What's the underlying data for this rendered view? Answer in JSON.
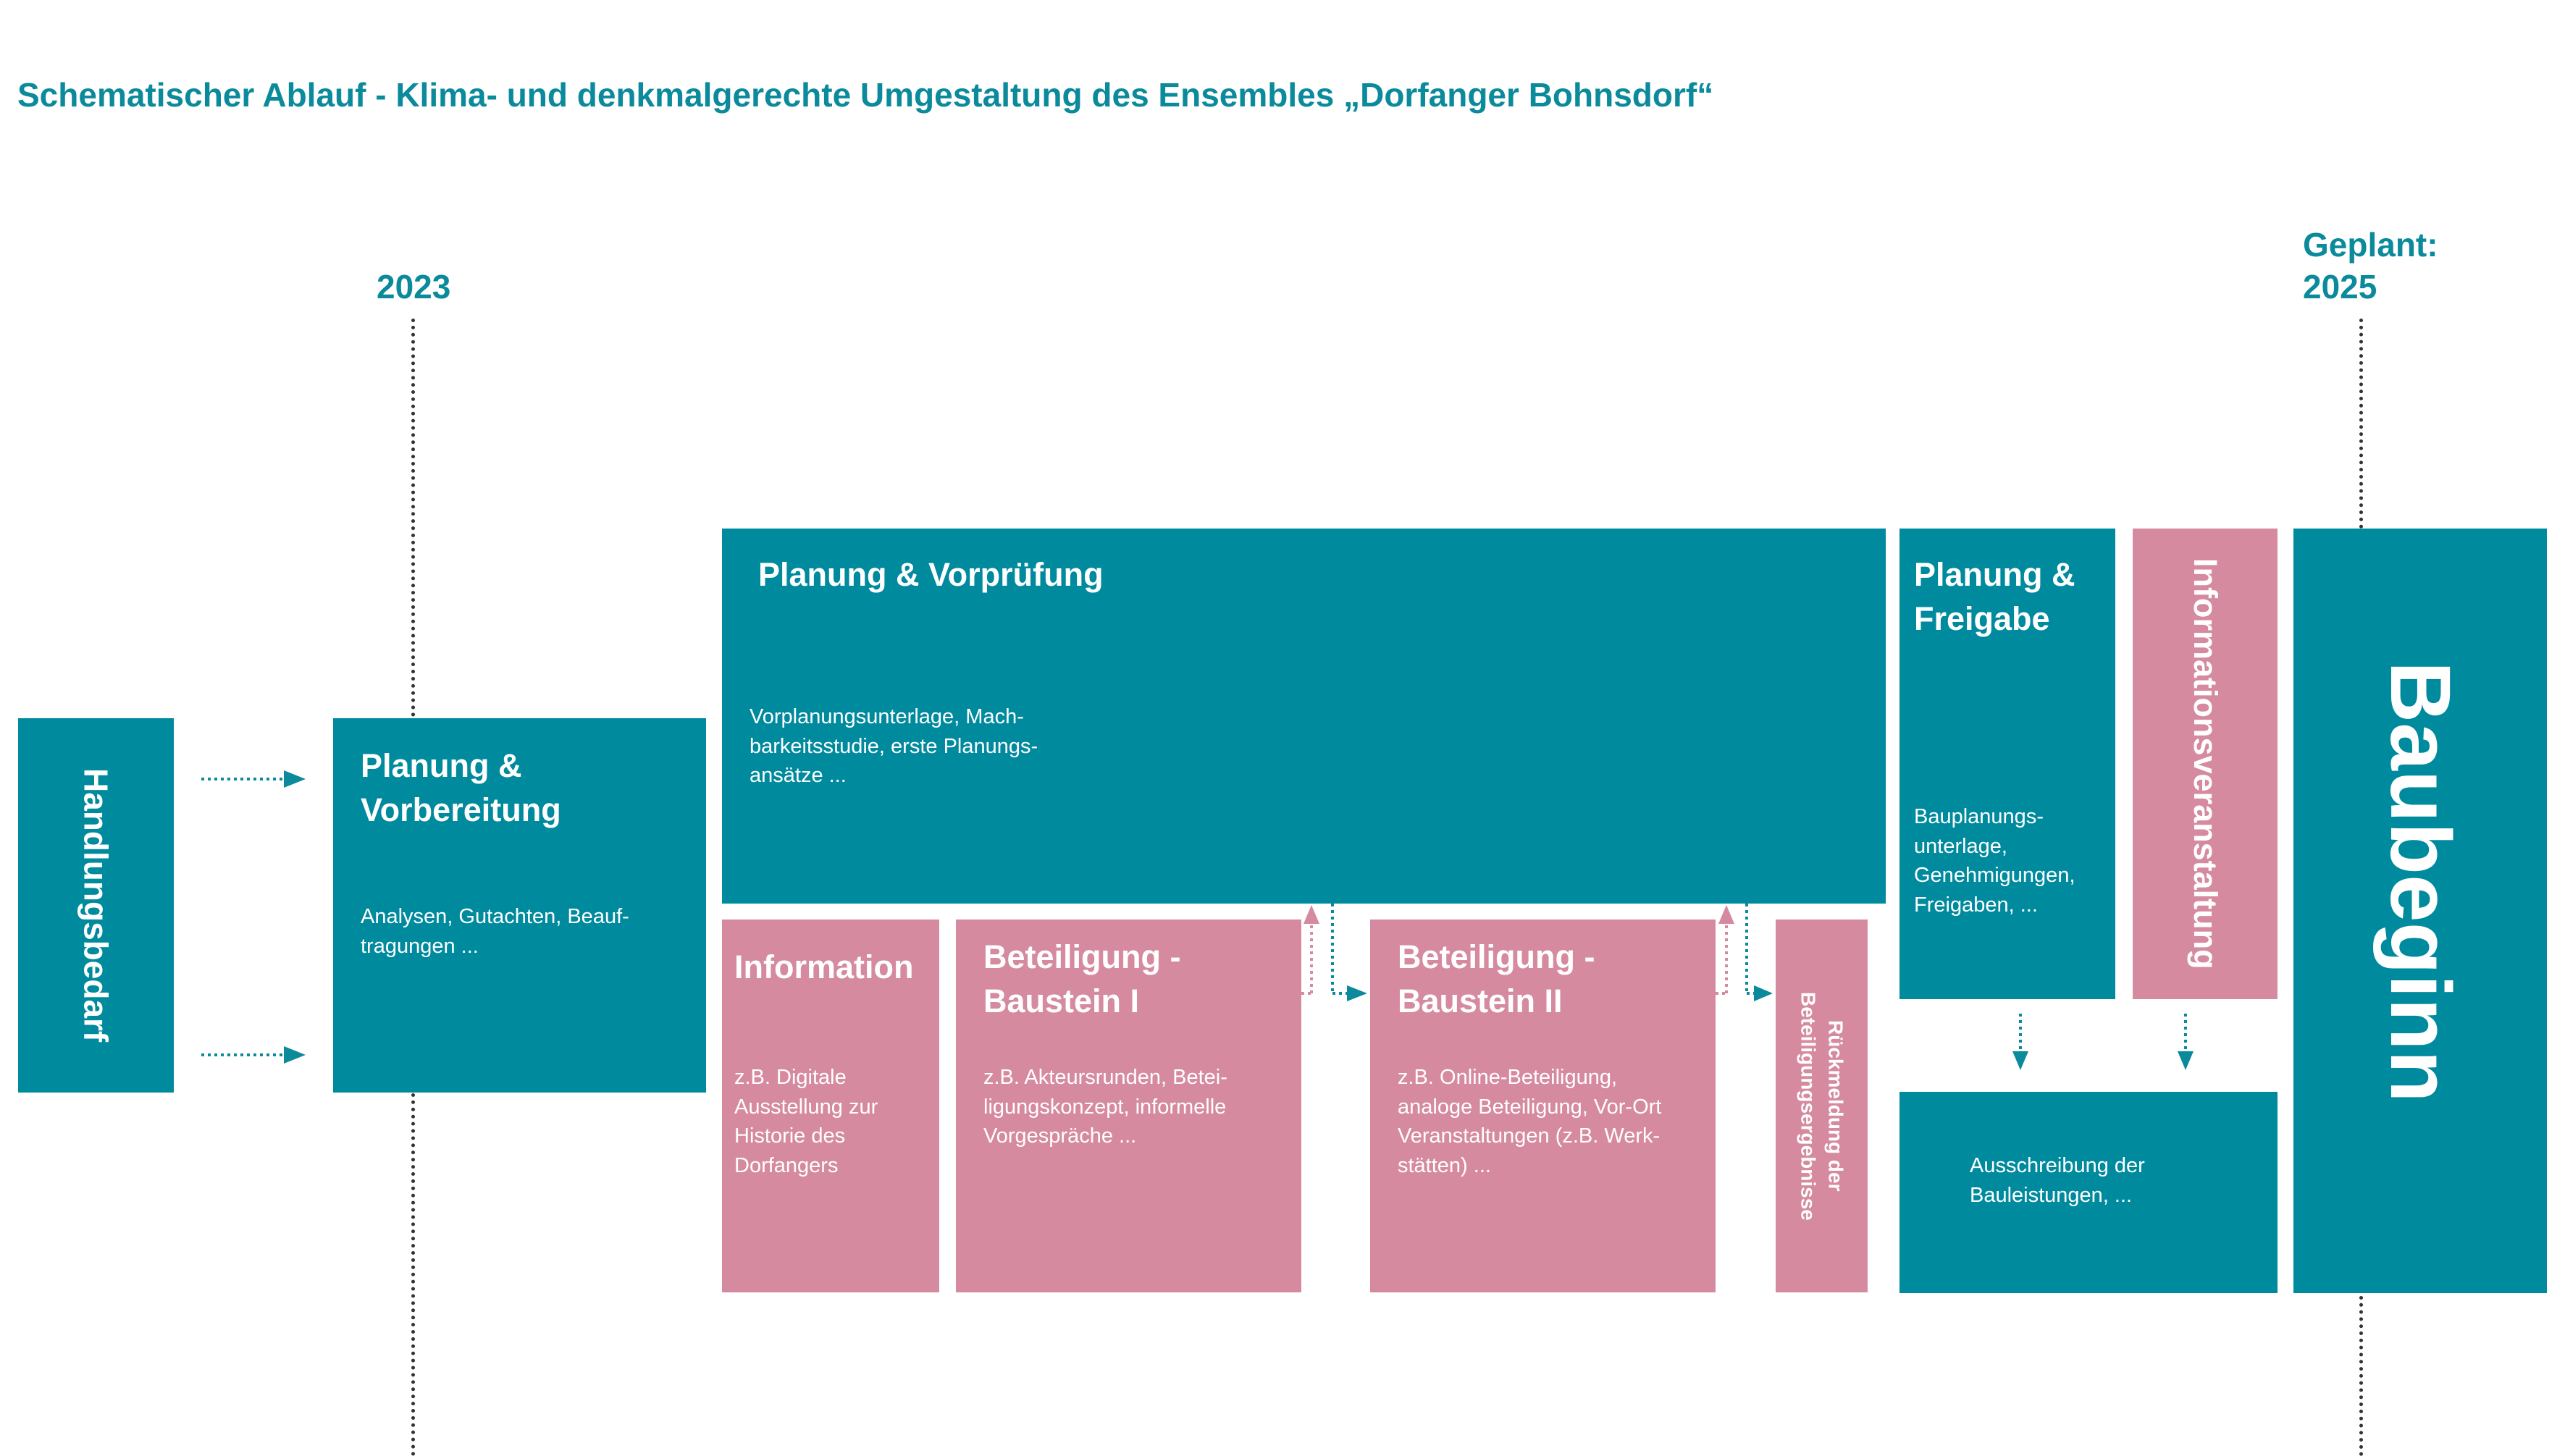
{
  "title": "Schematischer Ablauf -  Klima- und denkmalgerechte Umgestaltung des Ensembles „Dorfanger Bohnsdorf“",
  "years": {
    "start": "2023",
    "end_label": "Geplant:",
    "end": "2025"
  },
  "handlungsbedarf": "Handlungsbedarf",
  "vorbereitung": {
    "title_line1": "Planung &",
    "title_line2": "Vorbereitung",
    "text_line1": "Analysen, Gutachten, Beauf-",
    "text_line2": "tragungen ..."
  },
  "vorpruefung": {
    "title": "Planung & Vorprüfung",
    "text_line1": "Vorplanungsunterlage, Mach-",
    "text_line2": "barkeitsstudie, erste Planungs-",
    "text_line3": "ansätze ..."
  },
  "information": {
    "title": "Information",
    "text_line1": "z.B. Digitale",
    "text_line2": "Ausstellung zur",
    "text_line3": "Historie des",
    "text_line4": "Dorfangers"
  },
  "baustein1": {
    "title_line1": "Beteiligung -",
    "title_line2": "Baustein I",
    "text_line1": "z.B. Akteursrunden, Betei-",
    "text_line2": "ligungskonzept, informelle",
    "text_line3": "Vorgespräche ..."
  },
  "baustein2": {
    "title_line1": "Beteiligung -",
    "title_line2": "Baustein II",
    "text_line1": "z.B. Online-Beteiligung,",
    "text_line2": "analoge Beteiligung, Vor-Ort",
    "text_line3": "Veranstaltungen (z.B. Werk-",
    "text_line4": "stätten) ..."
  },
  "rueckmeldung": {
    "line1": "Rückmeldung der",
    "line2": "Beteiligungsergebnisse"
  },
  "freigabe": {
    "title_line1": "Planung &",
    "title_line2": "Freigabe",
    "text_line1": "Bauplanungs-",
    "text_line2": "unterlage,",
    "text_line3": "Genehmigungen,",
    "text_line4": "Freigaben, ..."
  },
  "informationsveranstaltung": "Informationsveranstaltung",
  "ausschreibung": {
    "text_line1": "Ausschreibung der",
    "text_line2": "Bauleistungen, ..."
  },
  "baubeginn": "Baubeginn",
  "colors": {
    "teal": "#008a9e",
    "pink": "#d68aa0",
    "title_teal": "#0b8a9c"
  }
}
